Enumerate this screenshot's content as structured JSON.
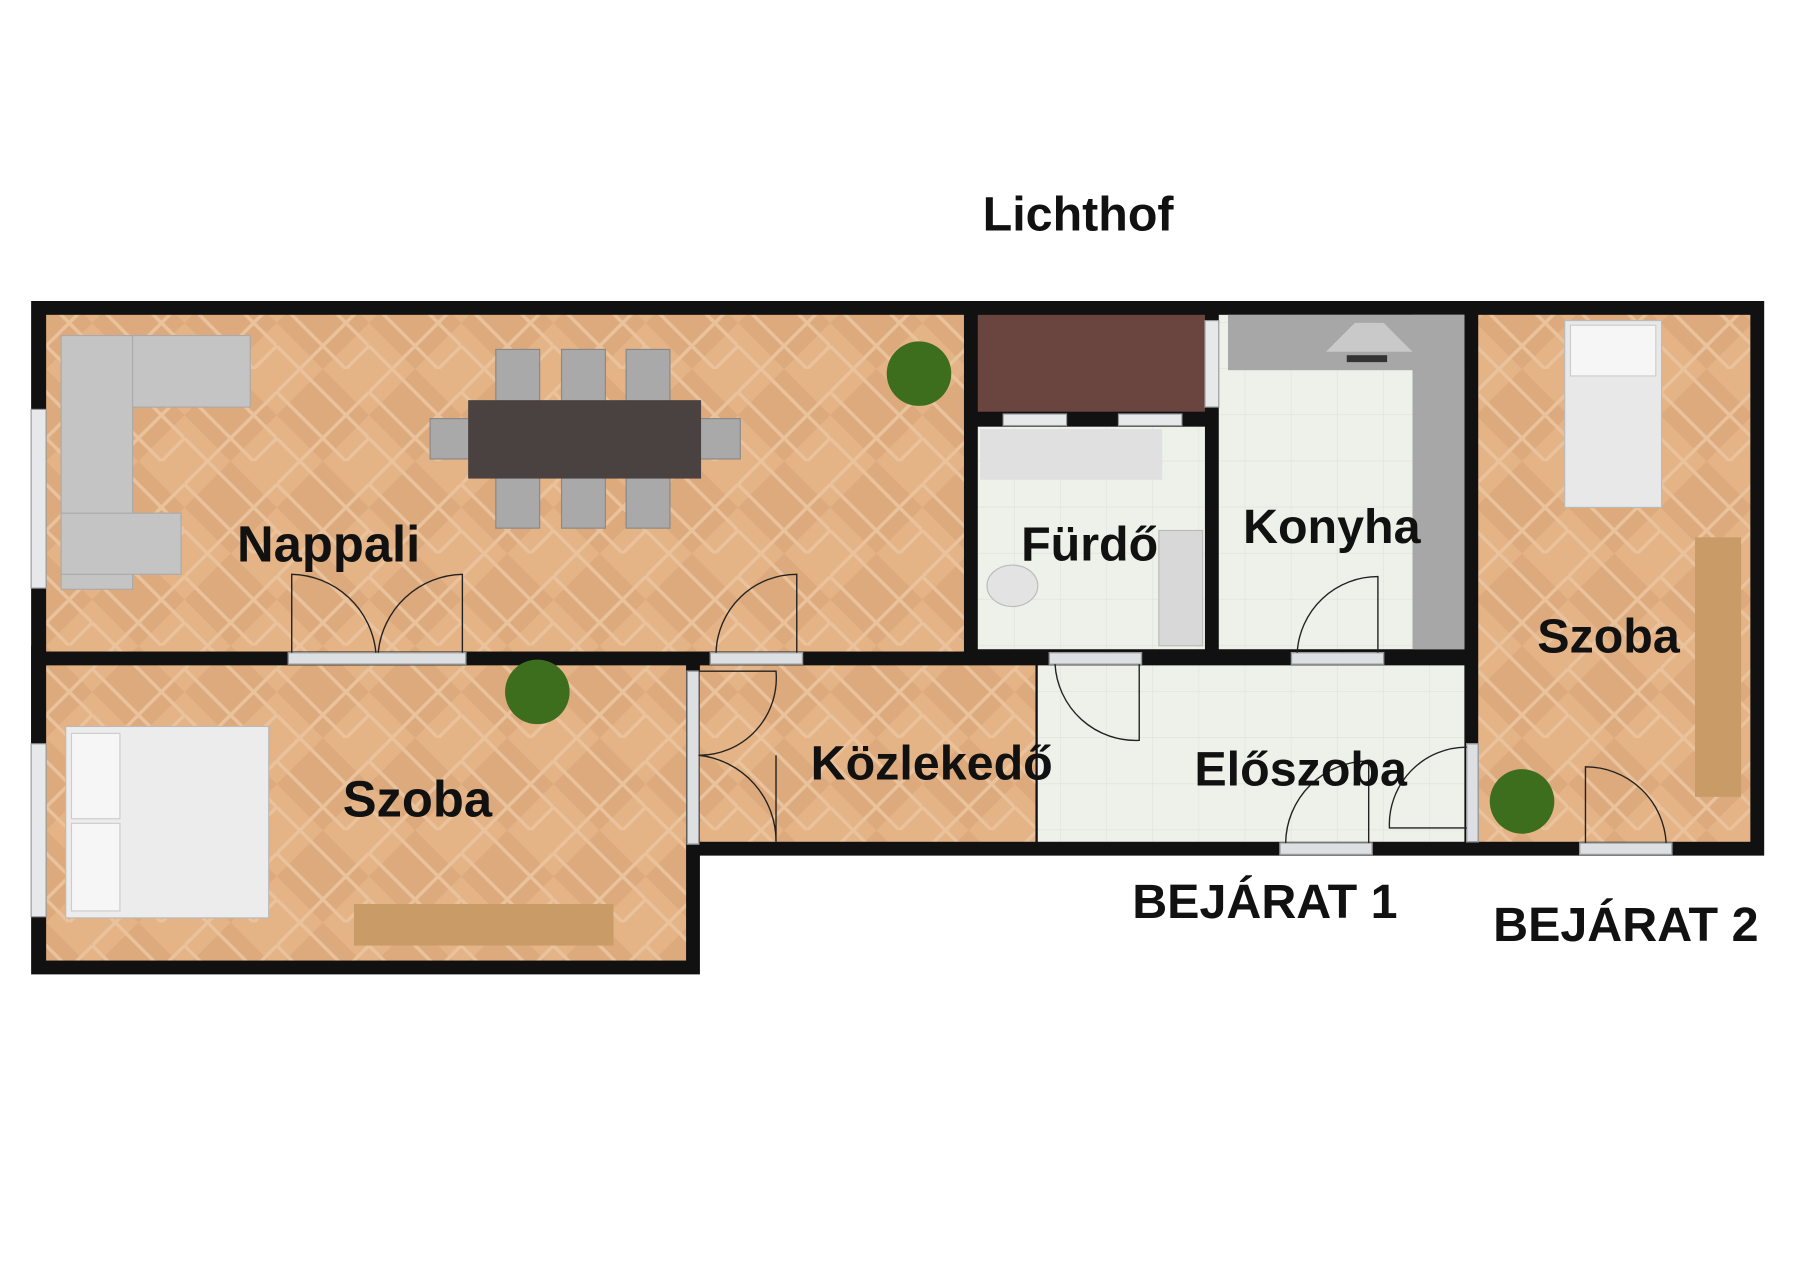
{
  "title": "Lichthof",
  "rooms": {
    "nappali": "Nappali",
    "szoba_left": "Szoba",
    "kozlekedo": "Közlekedő",
    "eloszoba": "Előszoba",
    "furdo": "Fürdő",
    "konyha": "Konyha",
    "szoba_right": "Szoba"
  },
  "entrances": {
    "entrance_1": "BEJÁRAT 1",
    "entrance_2": "BEJÁRAT 2"
  },
  "colors": {
    "wall": "#111111",
    "parquet": "#e2b184",
    "tile": "#eef0ea",
    "closet": "#6a4540"
  }
}
